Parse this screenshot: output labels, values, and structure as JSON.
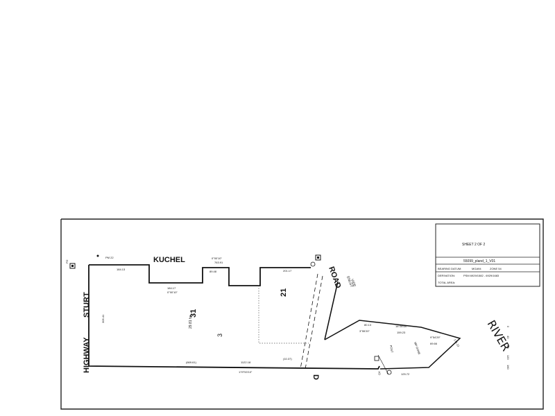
{
  "title_block": {
    "sheet": "SHEET 2 OF 2",
    "file_ref": "55099_pland_1_V01",
    "bearing_label": "BEARING DATUM:",
    "bearing_value": "MGA94",
    "zone": "ZONE 54",
    "derivation_label": "DERIVATION:",
    "derivation_value": "PSM 6929/1582 - 6929/1683",
    "total_area": "TOTAL AREA:"
  },
  "roads": {
    "kuchel": "KUCHEL",
    "sturt": "STURT",
    "highway": "HIGHWAY",
    "road": "ROAD",
    "vide": "VIDE",
    "enlgt": "ENLGT"
  },
  "river": "RIVER",
  "parcels": {
    "main_number": "31",
    "main_area": "29.81 ha",
    "small_number": "21",
    "label_3": "3",
    "label_d": "D"
  },
  "dimensions": {
    "top_bearing": "0°00'10\"",
    "top_length": "763.91",
    "notch_bearing": "0°00'10\"",
    "notch_length": "184.17",
    "notch_top": "89.48",
    "top_right_segment": "201.17",
    "left_top": "184.13",
    "left_side": "305.41",
    "bottom_left": "(669.61)",
    "bottom_mid": "1122.18",
    "bottom_bearing": "179°53'10\"",
    "bottom_right": "125.72",
    "bottom_ref": "(10.37)",
    "diag_1": "80.13",
    "diag_1_bearing": "3°55'20\"",
    "diag_2": "159.23",
    "diag_2_bearing": "18°28'48\"",
    "diag_3": "69.66",
    "diag_3_bearing": "9°54'29\"",
    "diag_4": "171.13",
    "pm_22": "PM 22",
    "fd_top_left": "FD",
    "post": "POST",
    "mp": "MP GONE",
    "fd_bottom": "FD"
  },
  "scale_ticks": [
    "0",
    "40",
    "80",
    "120",
    "160"
  ]
}
